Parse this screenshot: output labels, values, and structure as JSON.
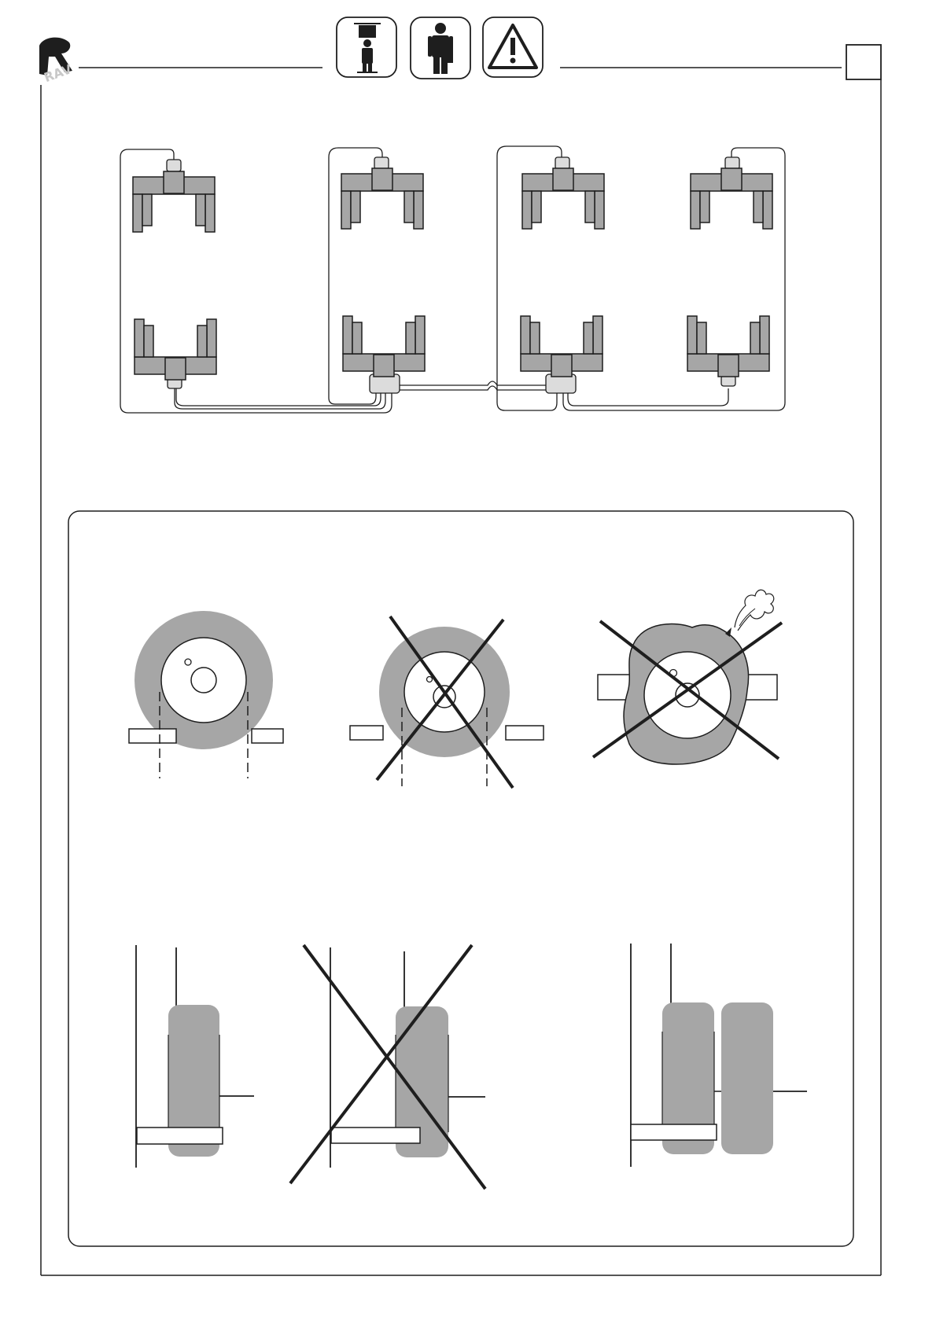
{
  "header": {
    "logo_text": "RAV",
    "page_number": "",
    "icons": [
      "lift-operator-icon",
      "operator-icon",
      "warning-icon"
    ]
  },
  "colors": {
    "line": "#1e1e1e",
    "gray_fill": "#a6a6a6",
    "light_fill": "#dcdcdc",
    "background": "#ffffff"
  },
  "figures": {
    "top": {
      "description_items": [
        "lift-columns-left-pair",
        "lift-columns-right-pair"
      ]
    },
    "wheel_views": [
      {
        "status": "correct"
      },
      {
        "status": "incorrect"
      },
      {
        "status": "incorrect"
      }
    ],
    "side_views": [
      {
        "status": "correct"
      },
      {
        "status": "incorrect"
      },
      {
        "status": "correct"
      }
    ]
  }
}
